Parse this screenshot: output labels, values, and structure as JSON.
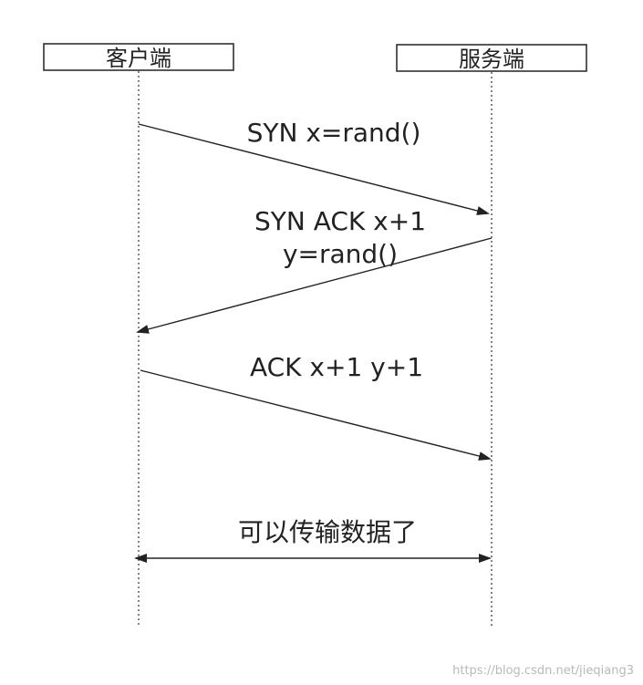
{
  "actors": {
    "client": {
      "label": "客户端"
    },
    "server": {
      "label": "服务端"
    }
  },
  "messages": [
    {
      "from": "client",
      "to": "server",
      "label_lines": [
        "SYN x=rand()"
      ]
    },
    {
      "from": "server",
      "to": "client",
      "label_lines": [
        "SYN ACK x+1",
        "y=rand()"
      ]
    },
    {
      "from": "client",
      "to": "server",
      "label_lines": [
        "ACK x+1 y+1"
      ]
    },
    {
      "from": "both",
      "to": "both",
      "label_lines": [
        "可以传输数据了"
      ]
    }
  ],
  "watermark": "https://blog.csdn.net/jieqiang3",
  "colors": {
    "line": "#222222",
    "background": "#ffffff",
    "watermark": "#b9b9b9"
  }
}
